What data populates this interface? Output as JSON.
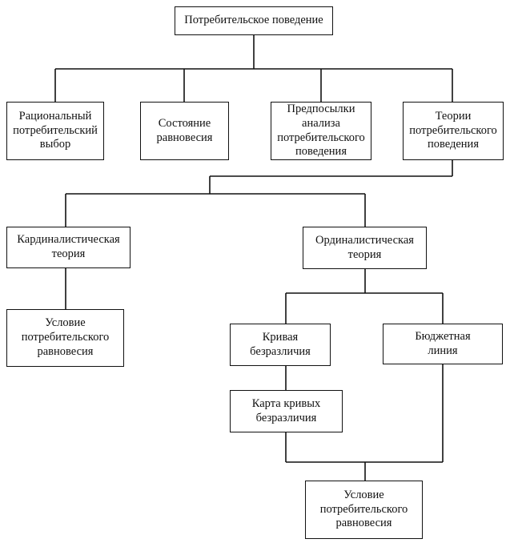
{
  "diagram": {
    "root": {
      "lines": [
        "Потребительское поведение"
      ]
    },
    "level1": [
      {
        "lines": [
          "Рациональный",
          "потребительский",
          "выбор"
        ]
      },
      {
        "lines": [
          "Состояние",
          "равновесия"
        ]
      },
      {
        "lines": [
          "Предпосылки",
          "анализа",
          "потребительского",
          "поведения"
        ]
      },
      {
        "lines": [
          "Теории",
          "потребительского",
          "поведения"
        ]
      }
    ],
    "cardinal": {
      "lines": [
        "Кардиналистическая",
        "теория"
      ]
    },
    "cardinal_condition": {
      "lines": [
        "Условие",
        "потребительского",
        "равновесия"
      ]
    },
    "ordinal": {
      "lines": [
        "Ординалистическая",
        "теория"
      ]
    },
    "indifference_curve": {
      "lines": [
        "Кривая",
        "безразличия"
      ]
    },
    "budget_line": {
      "lines": [
        "Бюджетная",
        "линия"
      ]
    },
    "indifference_map": {
      "lines": [
        "Карта кривых",
        "безразличия"
      ]
    },
    "ordinal_condition": {
      "lines": [
        "Условие",
        "потребительского",
        "равновесия"
      ]
    }
  }
}
